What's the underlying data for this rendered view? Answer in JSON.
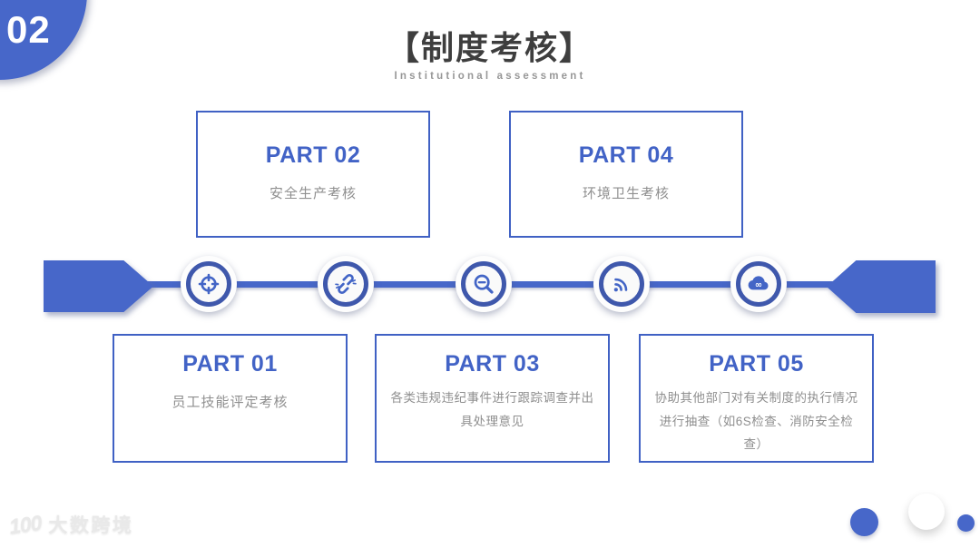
{
  "slide": {
    "page_number": "02"
  },
  "header": {
    "title": "【制度考核】",
    "subtitle": "Institutional assessment"
  },
  "parts": [
    {
      "label": "PART 01",
      "desc": "员工技能评定考核",
      "icon": "target-icon"
    },
    {
      "label": "PART 02",
      "desc": "安全生产考核",
      "icon": "broken-link-icon"
    },
    {
      "label": "PART 03",
      "desc": "各类违规违纪事件进行跟踪调查并出具处理意见",
      "icon": "zoom-out-icon"
    },
    {
      "label": "PART 04",
      "desc": "环境卫生考核",
      "icon": "wifi-signal-icon"
    },
    {
      "label": "PART 05",
      "desc": "协助其他部门对有关制度的执行情况进行抽查（如6S检查、消防安全检查）",
      "icon": "cloud-infinity-icon"
    }
  ],
  "watermark": {
    "logo": "100",
    "text": "大数跨境"
  },
  "colors": {
    "primary_blue": "#4767c9",
    "ring_blue": "#3f58ac",
    "box_border_blue": "#4061c4",
    "label_blue": "#4263c6",
    "title_gray": "#3e3e3e",
    "desc_gray": "#8f8f8f",
    "subtitle_gray": "#979797",
    "watermark_gray": "#e9e9e9",
    "background": "#ffffff"
  }
}
